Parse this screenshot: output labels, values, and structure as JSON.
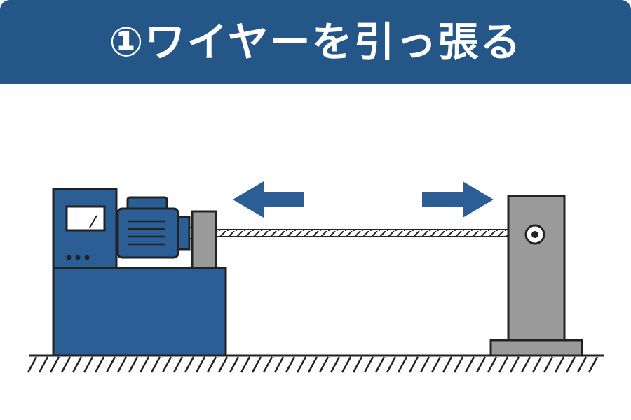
{
  "header": {
    "title": "①ワイヤーを引っ張る"
  },
  "colors": {
    "header_bg": "#245687",
    "machine_blue": "#2b5e94",
    "arrow_blue": "#2b5e94",
    "support_gray": "#9a9a9a",
    "outline": "#222222",
    "background": "#ffffff"
  },
  "diagram": {
    "arrows": [
      {
        "name": "left-arrow",
        "direction": "left"
      },
      {
        "name": "right-arrow",
        "direction": "right"
      }
    ],
    "parts": [
      "test-machine-control-box",
      "electric-motor",
      "machine-base",
      "grip-clamp",
      "wire",
      "anchor-post",
      "ground"
    ]
  }
}
